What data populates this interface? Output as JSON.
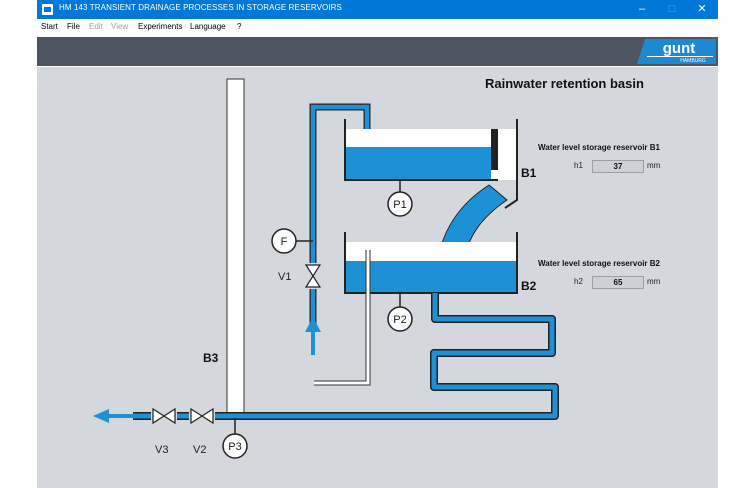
{
  "window": {
    "title": "HM 143 TRANSIENT DRAINAGE PROCESSES IN STORAGE RESERVOIRS",
    "minimize": "–",
    "maximize": "□",
    "close": "✕"
  },
  "menu": [
    {
      "label": "Start",
      "enabled": true
    },
    {
      "label": "File",
      "enabled": true
    },
    {
      "label": "Edit",
      "enabled": false
    },
    {
      "label": "View",
      "enabled": false
    },
    {
      "label": "Experiments",
      "enabled": true
    },
    {
      "label": "Language",
      "enabled": true
    },
    {
      "label": "?",
      "enabled": true
    }
  ],
  "logo": {
    "text": "gunt",
    "subtext": "HAMBURG"
  },
  "diagram": {
    "heading": "Rainwater retention basin",
    "labels": {
      "b1": "B1",
      "b2": "B2",
      "b3": "B3",
      "v1": "V1",
      "v2": "V2",
      "v3": "V3",
      "f": "F",
      "p1": "P1",
      "p2": "P2",
      "p3": "P3"
    }
  },
  "readouts": {
    "b1": {
      "title": "Water level storage reservoir B1",
      "label": "h1",
      "value": "37",
      "unit": "mm"
    },
    "b2": {
      "title": "Water level storage reservoir B2",
      "label": "h2",
      "value": "65",
      "unit": "mm"
    }
  },
  "colors": {
    "water": "#1e90d6",
    "canvas": "#d4d8dc",
    "titlebar": "#0078d7",
    "toolbar": "#4d5560"
  }
}
